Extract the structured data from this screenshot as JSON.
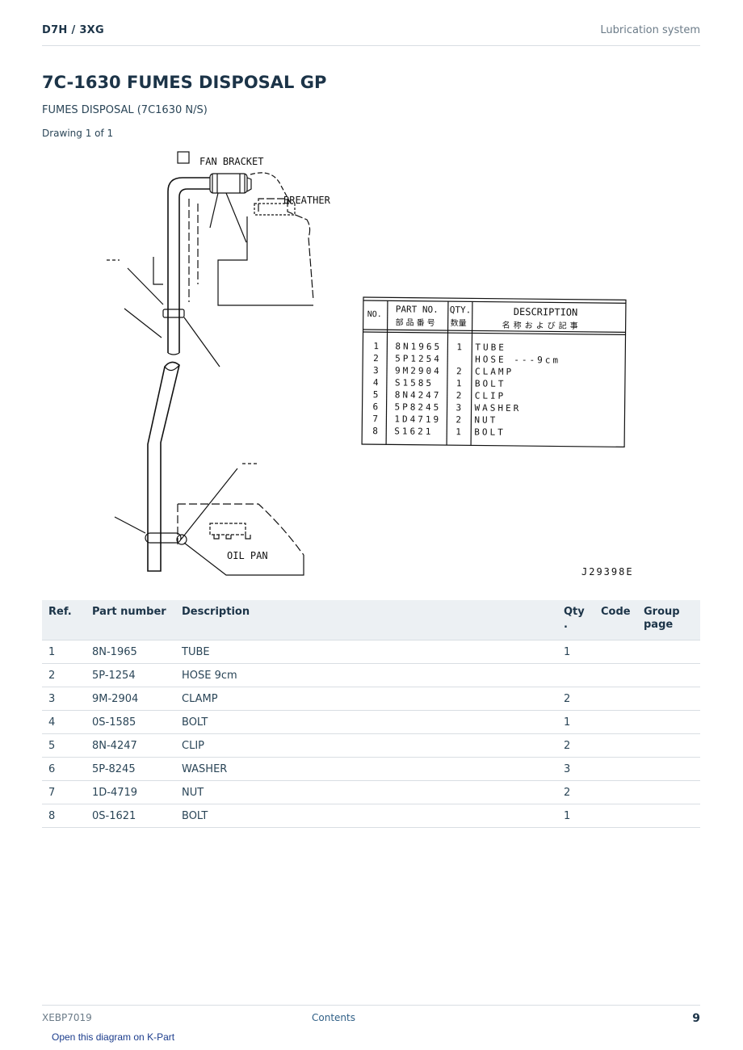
{
  "header": {
    "model": "D7H  /  3XG",
    "section": "Lubrication system"
  },
  "page": {
    "title": "7C-1630 FUMES DISPOSAL GP",
    "subtitle": "FUMES DISPOSAL (7C1630 N/S)",
    "drawing_label": "Drawing 1 of 1"
  },
  "diagram": {
    "callouts": {
      "fan_bracket": "FAN BRACKET",
      "breather": "BREATHER",
      "oil_pan": "OIL PAN",
      "drawing_code": "J29398E"
    },
    "inset_table": {
      "headers": {
        "no": "NO.",
        "part_no": "PART NO.",
        "part_no_jp": "部品番号",
        "qty": "QTY.",
        "qty_jp": "数量",
        "description": "DESCRIPTION",
        "description_jp": "名称および記事"
      },
      "rows": [
        {
          "no": "1",
          "part": "8N1965",
          "qty": "1",
          "desc": "TUBE"
        },
        {
          "no": "2",
          "part": "5P1254",
          "qty": "",
          "desc": "HOSE ---9cm"
        },
        {
          "no": "3",
          "part": "9M2904",
          "qty": "2",
          "desc": "CLAMP"
        },
        {
          "no": "4",
          "part": "S1585",
          "qty": "1",
          "desc": "BOLT"
        },
        {
          "no": "5",
          "part": "8N4247",
          "qty": "2",
          "desc": "CLIP"
        },
        {
          "no": "6",
          "part": "5P8245",
          "qty": "3",
          "desc": "WASHER"
        },
        {
          "no": "7",
          "part": "1D4719",
          "qty": "2",
          "desc": "NUT"
        },
        {
          "no": "8",
          "part": "S1621",
          "qty": "1",
          "desc": "BOLT"
        }
      ]
    }
  },
  "parts_table": {
    "headers": {
      "ref": "Ref.",
      "part_number": "Part number",
      "description": "Description",
      "qty_line1": "Qty",
      "qty_line2": ".",
      "code": "Code",
      "group_line1": "Group",
      "group_line2": "page"
    },
    "rows": [
      {
        "ref": "1",
        "part_number": "8N-1965",
        "description": "TUBE",
        "qty": "1",
        "code": "",
        "group_page": ""
      },
      {
        "ref": "2",
        "part_number": "5P-1254",
        "description": "HOSE 9cm",
        "qty": "",
        "code": "",
        "group_page": ""
      },
      {
        "ref": "3",
        "part_number": "9M-2904",
        "description": "CLAMP",
        "qty": "2",
        "code": "",
        "group_page": ""
      },
      {
        "ref": "4",
        "part_number": "0S-1585",
        "description": "BOLT",
        "qty": "1",
        "code": "",
        "group_page": ""
      },
      {
        "ref": "5",
        "part_number": "8N-4247",
        "description": "CLIP",
        "qty": "2",
        "code": "",
        "group_page": ""
      },
      {
        "ref": "6",
        "part_number": "5P-8245",
        "description": "WASHER",
        "qty": "3",
        "code": "",
        "group_page": ""
      },
      {
        "ref": "7",
        "part_number": "1D-4719",
        "description": "NUT",
        "qty": "2",
        "code": "",
        "group_page": ""
      },
      {
        "ref": "8",
        "part_number": "0S-1621",
        "description": "BOLT",
        "qty": "1",
        "code": "",
        "group_page": ""
      }
    ]
  },
  "footer": {
    "doc_id": "XEBP7019",
    "contents_link": "Contents",
    "page_number": "9",
    "kpart_link": "Open this diagram on K-Part"
  }
}
